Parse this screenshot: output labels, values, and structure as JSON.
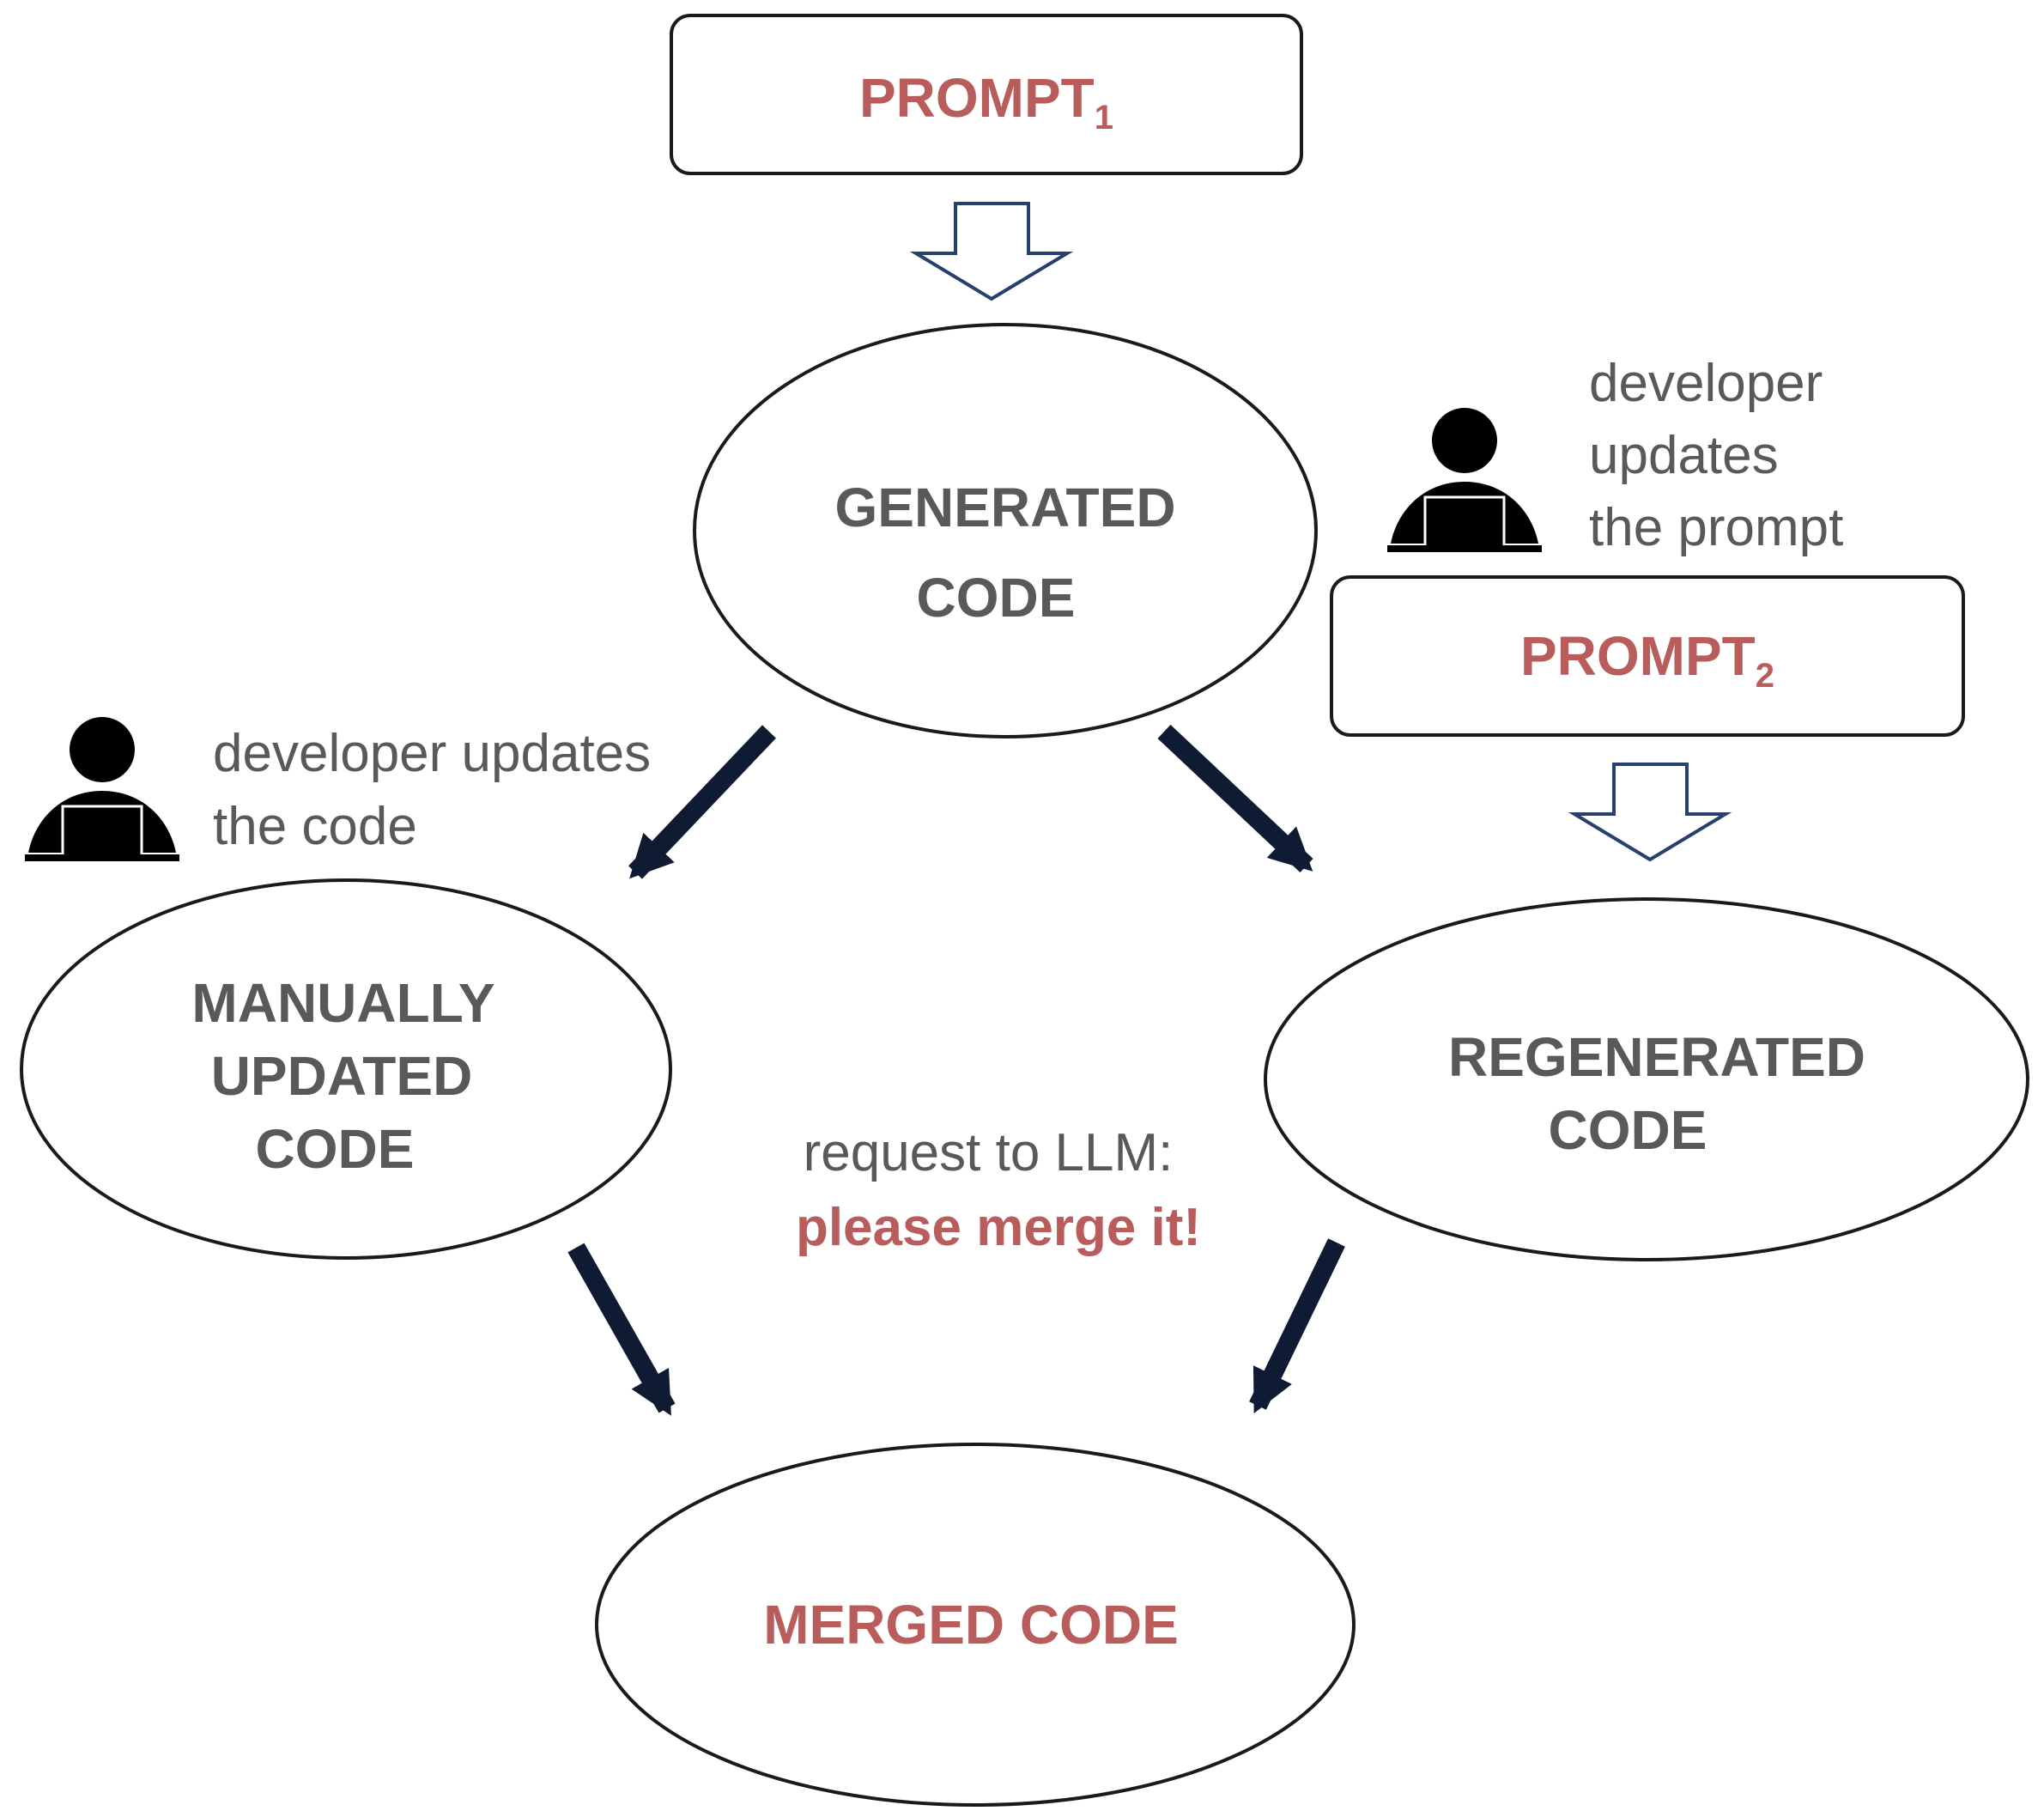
{
  "colors": {
    "accent_red": "#b85c5c",
    "node_text": "#595959",
    "outline": "#1a1a1a",
    "arrow_dark": "#0f1a33",
    "arrow_hollow": "#27406e",
    "person": "#000000"
  },
  "prompt1": {
    "label": "PROMPT",
    "subscript": "1"
  },
  "prompt2": {
    "label": "PROMPT",
    "subscript": "2"
  },
  "generated_code": {
    "line1": "GENERATED",
    "line2": "CODE"
  },
  "manually_updated_code": {
    "line1": "MANUALLY",
    "line2": "UPDATED",
    "line3": "CODE"
  },
  "regenerated_code": {
    "line1": "REGENERATED",
    "line2": "CODE"
  },
  "merged_code": {
    "label": "MERGED CODE"
  },
  "note_update_code": {
    "line1": "developer updates",
    "line2": "the code"
  },
  "note_update_prompt": {
    "line1": "developer",
    "line2": "updates",
    "line3": "the prompt"
  },
  "merge_request": {
    "line1": "request to LLM:",
    "line2": "please merge it!"
  },
  "icons": [
    "developer-icon",
    "developer-icon"
  ]
}
